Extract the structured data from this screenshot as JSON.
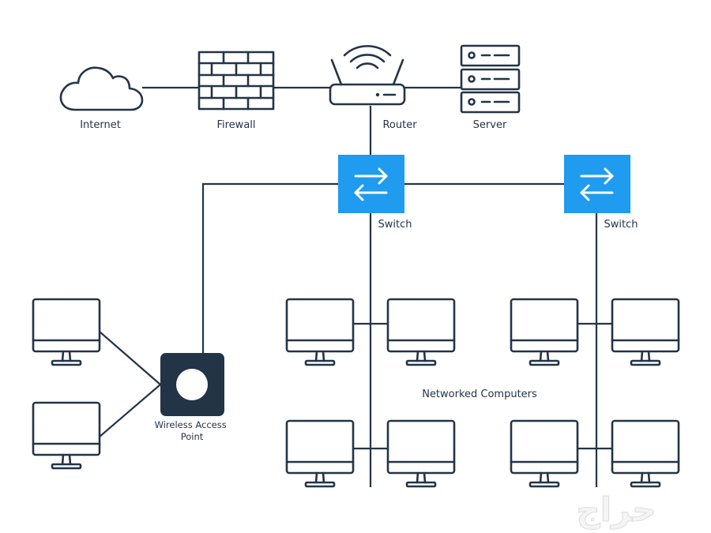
{
  "diagram": {
    "nodes": {
      "internet": "Internet",
      "firewall": "Firewall",
      "router": "Router",
      "server": "Server",
      "switch_1": "Switch",
      "switch_2": "Switch",
      "wireless_ap": "Wireless Access Point",
      "group": "Networked Computers"
    },
    "watermark": "حراج"
  },
  "colors": {
    "stroke": "#243447",
    "switch_fill": "#1f9bf0",
    "ap_fill": "#243447"
  },
  "icons": [
    "cloud-icon",
    "brick-wall-icon",
    "wifi-router-icon",
    "server-rack-icon",
    "switch-arrows-icon",
    "monitor-icon",
    "wireless-access-point-icon"
  ]
}
